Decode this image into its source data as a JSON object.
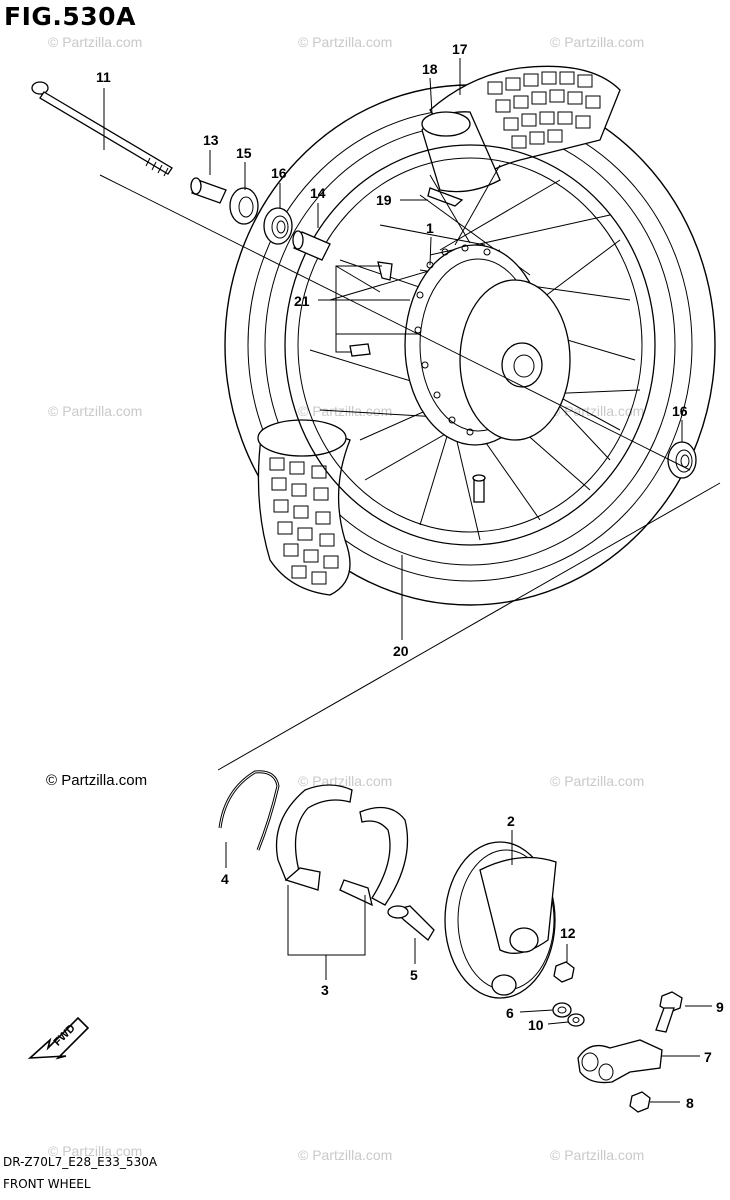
{
  "figure": {
    "title": "FIG.530A",
    "model_code": "DR-Z70L7_E28_E33_530A",
    "name": "FRONT WHEEL",
    "copyright": "© Partzilla.com"
  },
  "watermark_text": "© Partzilla.com",
  "fwd_label": "FWD",
  "callouts": {
    "c1": "1",
    "c2": "2",
    "c3": "3",
    "c4": "4",
    "c5": "5",
    "c6": "6",
    "c7": "7",
    "c8": "8",
    "c9": "9",
    "c10": "10",
    "c11": "11",
    "c12": "12",
    "c13": "13",
    "c14": "14",
    "c15": "15",
    "c16a": "16",
    "c16b": "16",
    "c17": "17",
    "c18": "18",
    "c19": "19",
    "c20": "20",
    "c21": "21"
  }
}
